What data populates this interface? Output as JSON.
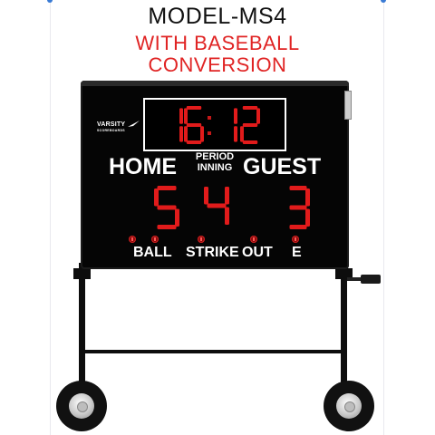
{
  "header": {
    "model": "MODEL-MS4",
    "subtitle_line1": "WITH BASEBALL",
    "subtitle_line2": "CONVERSION"
  },
  "brand": {
    "name": "VARSITY",
    "sub": "SCOREBOARDS"
  },
  "clock": {
    "minutes": "16",
    "seconds": "12",
    "separator": ":"
  },
  "labels": {
    "home": "HOME",
    "period": "PERIOD",
    "inning": "INNING",
    "guest": "GUEST",
    "ball": "BALL",
    "strike": "STRIKE",
    "out": "OUT",
    "error": "E"
  },
  "scores": {
    "home": "5",
    "period": "4",
    "guest": "3"
  },
  "colors": {
    "led_red": "#e11b1b",
    "board": "#050505",
    "subtitle_red": "#e02424"
  },
  "icons": [
    "swoosh-icon",
    "ball-indicator-icon",
    "wheel-icon"
  ]
}
